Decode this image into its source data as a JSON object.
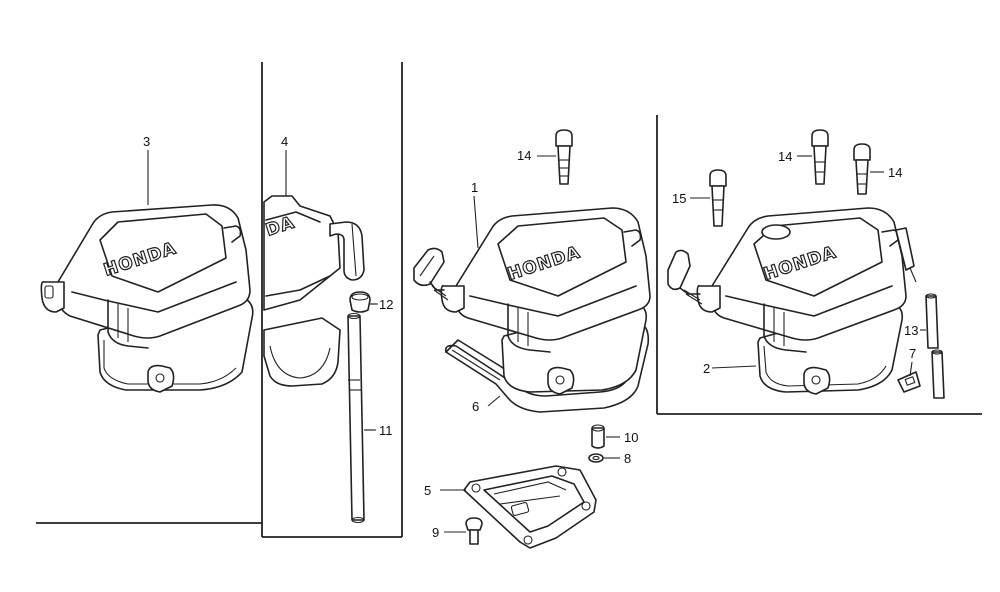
{
  "brand_text": "HONDA",
  "callouts": {
    "c1": "1",
    "c2": "2",
    "c3": "3",
    "c4": "4",
    "c5": "5",
    "c6": "6",
    "c7": "7",
    "c8": "8",
    "c9": "9",
    "c10": "10",
    "c11": "11",
    "c12": "12",
    "c13": "13",
    "c14a": "14",
    "c14b": "14",
    "c14c": "14",
    "c15": "15"
  }
}
